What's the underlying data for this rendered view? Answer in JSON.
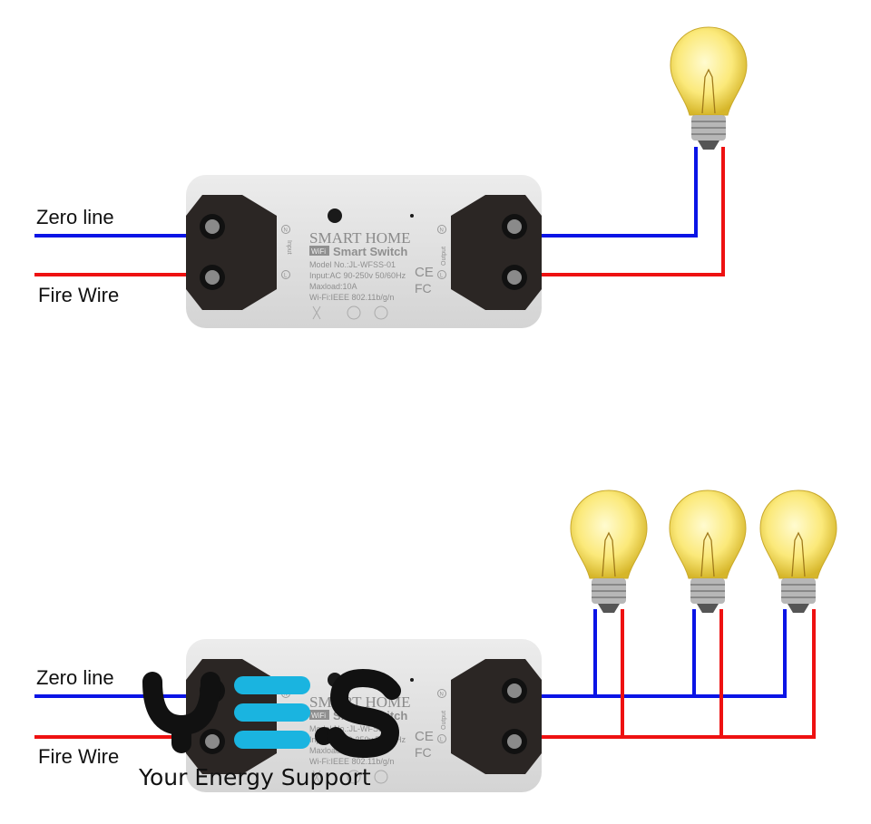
{
  "colors": {
    "zero_line": "#0a14e6",
    "fire_wire": "#ee1111",
    "logo_dark": "#111111",
    "logo_accent": "#1ab4e0"
  },
  "device": {
    "brand": "SMART HOME",
    "badge": "WiFi",
    "title": "Smart Switch",
    "model": "Model No.:JL-WFSS-01",
    "input": "Input:AC 90-250v 50/60Hz",
    "maxload": "Maxload:10A",
    "wifi": "Wi-Fi:IEEE 802.11b/g/n",
    "input_side": "Input",
    "output_side": "Output",
    "n": "N",
    "l": "L",
    "ce": "CE",
    "fc": "FC"
  },
  "diagram_top": {
    "zero_label": "Zero line",
    "fire_label": "Fire Wire",
    "bulbs": 1
  },
  "diagram_bottom": {
    "zero_label": "Zero line",
    "fire_label": "Fire Wire",
    "bulbs": 3
  },
  "watermark": {
    "logo": "YES",
    "tagline": "Your Energy Support"
  }
}
